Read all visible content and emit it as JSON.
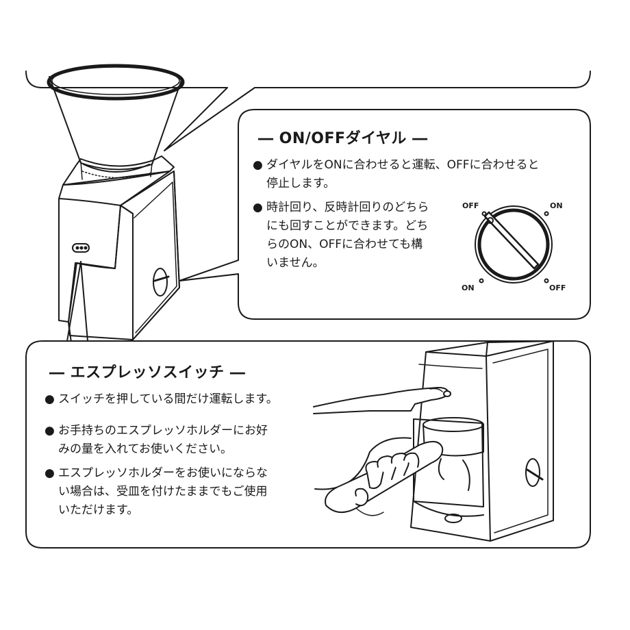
{
  "dial_panel": {
    "title": "― ON/OFFダイヤル ―",
    "bullets": [
      {
        "mark": "●",
        "lines": [
          "ダイヤルをONに合わせると運転、OFFに合わせると",
          "停止します。"
        ]
      },
      {
        "mark": "●",
        "lines": [
          "時計回り、反時計回りのどちら",
          "にも回すことができます。どち",
          "らのON、OFFに合わせても構",
          "いません。"
        ]
      }
    ],
    "dial_labels": {
      "top_left": "OFF",
      "top_right": "ON",
      "bottom_left": "ON",
      "bottom_right": "OFF"
    }
  },
  "espresso_panel": {
    "title": "― エスプレッソスイッチ ―",
    "bullets": [
      {
        "mark": "●",
        "lines": [
          "スイッチを押している間だけ運転します。"
        ]
      },
      {
        "mark": "●",
        "lines": [
          "お手持ちのエスプレッソホルダーにお好",
          "みの量を入れてお使いください。"
        ]
      },
      {
        "mark": "●",
        "lines": [
          "エスプレッソホルダーをお使いにならな",
          "い場合は、受皿を付けたままでもご使用",
          "いただけます。"
        ]
      }
    ]
  },
  "colors": {
    "line": "#1a1a1a",
    "background": "#ffffff",
    "dial_gray": "#d9d9d9"
  }
}
